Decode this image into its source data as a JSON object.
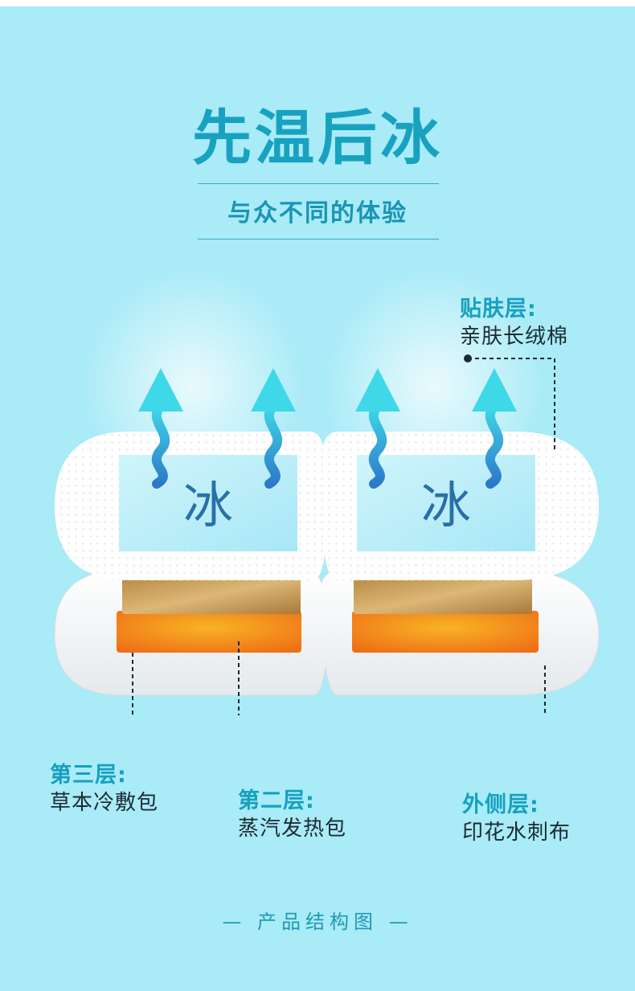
{
  "header": {
    "title": "先温后冰",
    "subtitle": "与众不同的体验"
  },
  "diagram": {
    "left_pad_text": "冰",
    "right_pad_text": "冰"
  },
  "labels": {
    "skin_layer": {
      "heading": "贴肤层:",
      "desc": "亲肤长绒棉"
    },
    "third_layer": {
      "heading": "第三层:",
      "desc": "草本冷敷包"
    },
    "second_layer": {
      "heading": "第二层:",
      "desc": "蒸汽发热包"
    },
    "outer_layer": {
      "heading": "外侧层:",
      "desc": "印花水刺布"
    }
  },
  "footer": {
    "caption": "— 产品结构图 —"
  },
  "colors": {
    "background": "#a9ebf7",
    "accent": "#16a0c0",
    "ice_text": "#2a6fa8",
    "herb_layer": "#c9a05a",
    "heat_layer": "#f08a1e"
  }
}
